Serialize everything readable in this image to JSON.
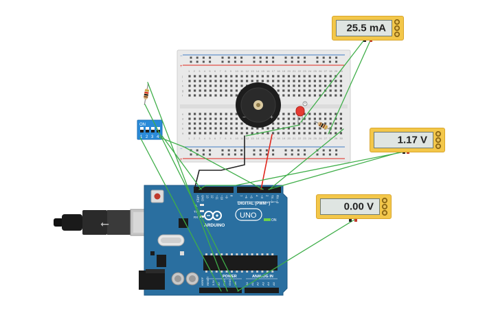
{
  "meters": {
    "current": {
      "value": "25.5 mA"
    },
    "voltage1": {
      "value": "1.17 V"
    },
    "voltage2": {
      "value": "0.00 V"
    }
  },
  "arduino": {
    "brand": "ARDUINO",
    "model": "UNO",
    "digital_header": "DIGITAL (PWM~)",
    "power_header": "POWER",
    "analog_header": "ANALOG IN",
    "on_label": "ON",
    "tx_label": "TX",
    "rx_label": "RX",
    "l_label": "L",
    "top_pins": [
      "AREF",
      "GND",
      "13",
      "12",
      "~11",
      "~10",
      "~9",
      "8",
      "7",
      "~6",
      "~5",
      "4",
      "~3",
      "2",
      "TX→1",
      "RX←0"
    ],
    "bottom_pins": [
      "IOREF",
      "RESET",
      "3.3V",
      "5V",
      "GND",
      "GND",
      "Vin",
      "A0",
      "A1",
      "A2",
      "A3",
      "A4",
      "A5"
    ]
  },
  "dip_switch": {
    "on_label": "ON",
    "numbers": [
      "1",
      "2",
      "3",
      "4"
    ]
  },
  "buzzer": {
    "minus": "−",
    "plus": "+"
  },
  "breadboard": {
    "row_letters_top": [
      "j",
      "i",
      "h",
      "g",
      "f"
    ],
    "row_letters_bottom": [
      "e",
      "d",
      "c",
      "b",
      "a"
    ],
    "column_numbers": [
      "1",
      "2",
      "3",
      "4",
      "5",
      "6",
      "7",
      "8",
      "9",
      "10",
      "11",
      "12",
      "13",
      "14",
      "15",
      "16",
      "17",
      "18",
      "19",
      "20",
      "21",
      "22",
      "23",
      "24",
      "25",
      "26",
      "27",
      "28",
      "29",
      "30"
    ]
  },
  "colors": {
    "wire_green": "#3fae49",
    "wire_black": "#222222",
    "wire_red": "#e0251b",
    "arduino_blue": "#2a6fa0",
    "breadboard": "#e9e9e9",
    "meter_yellow": "#f3c74a"
  }
}
